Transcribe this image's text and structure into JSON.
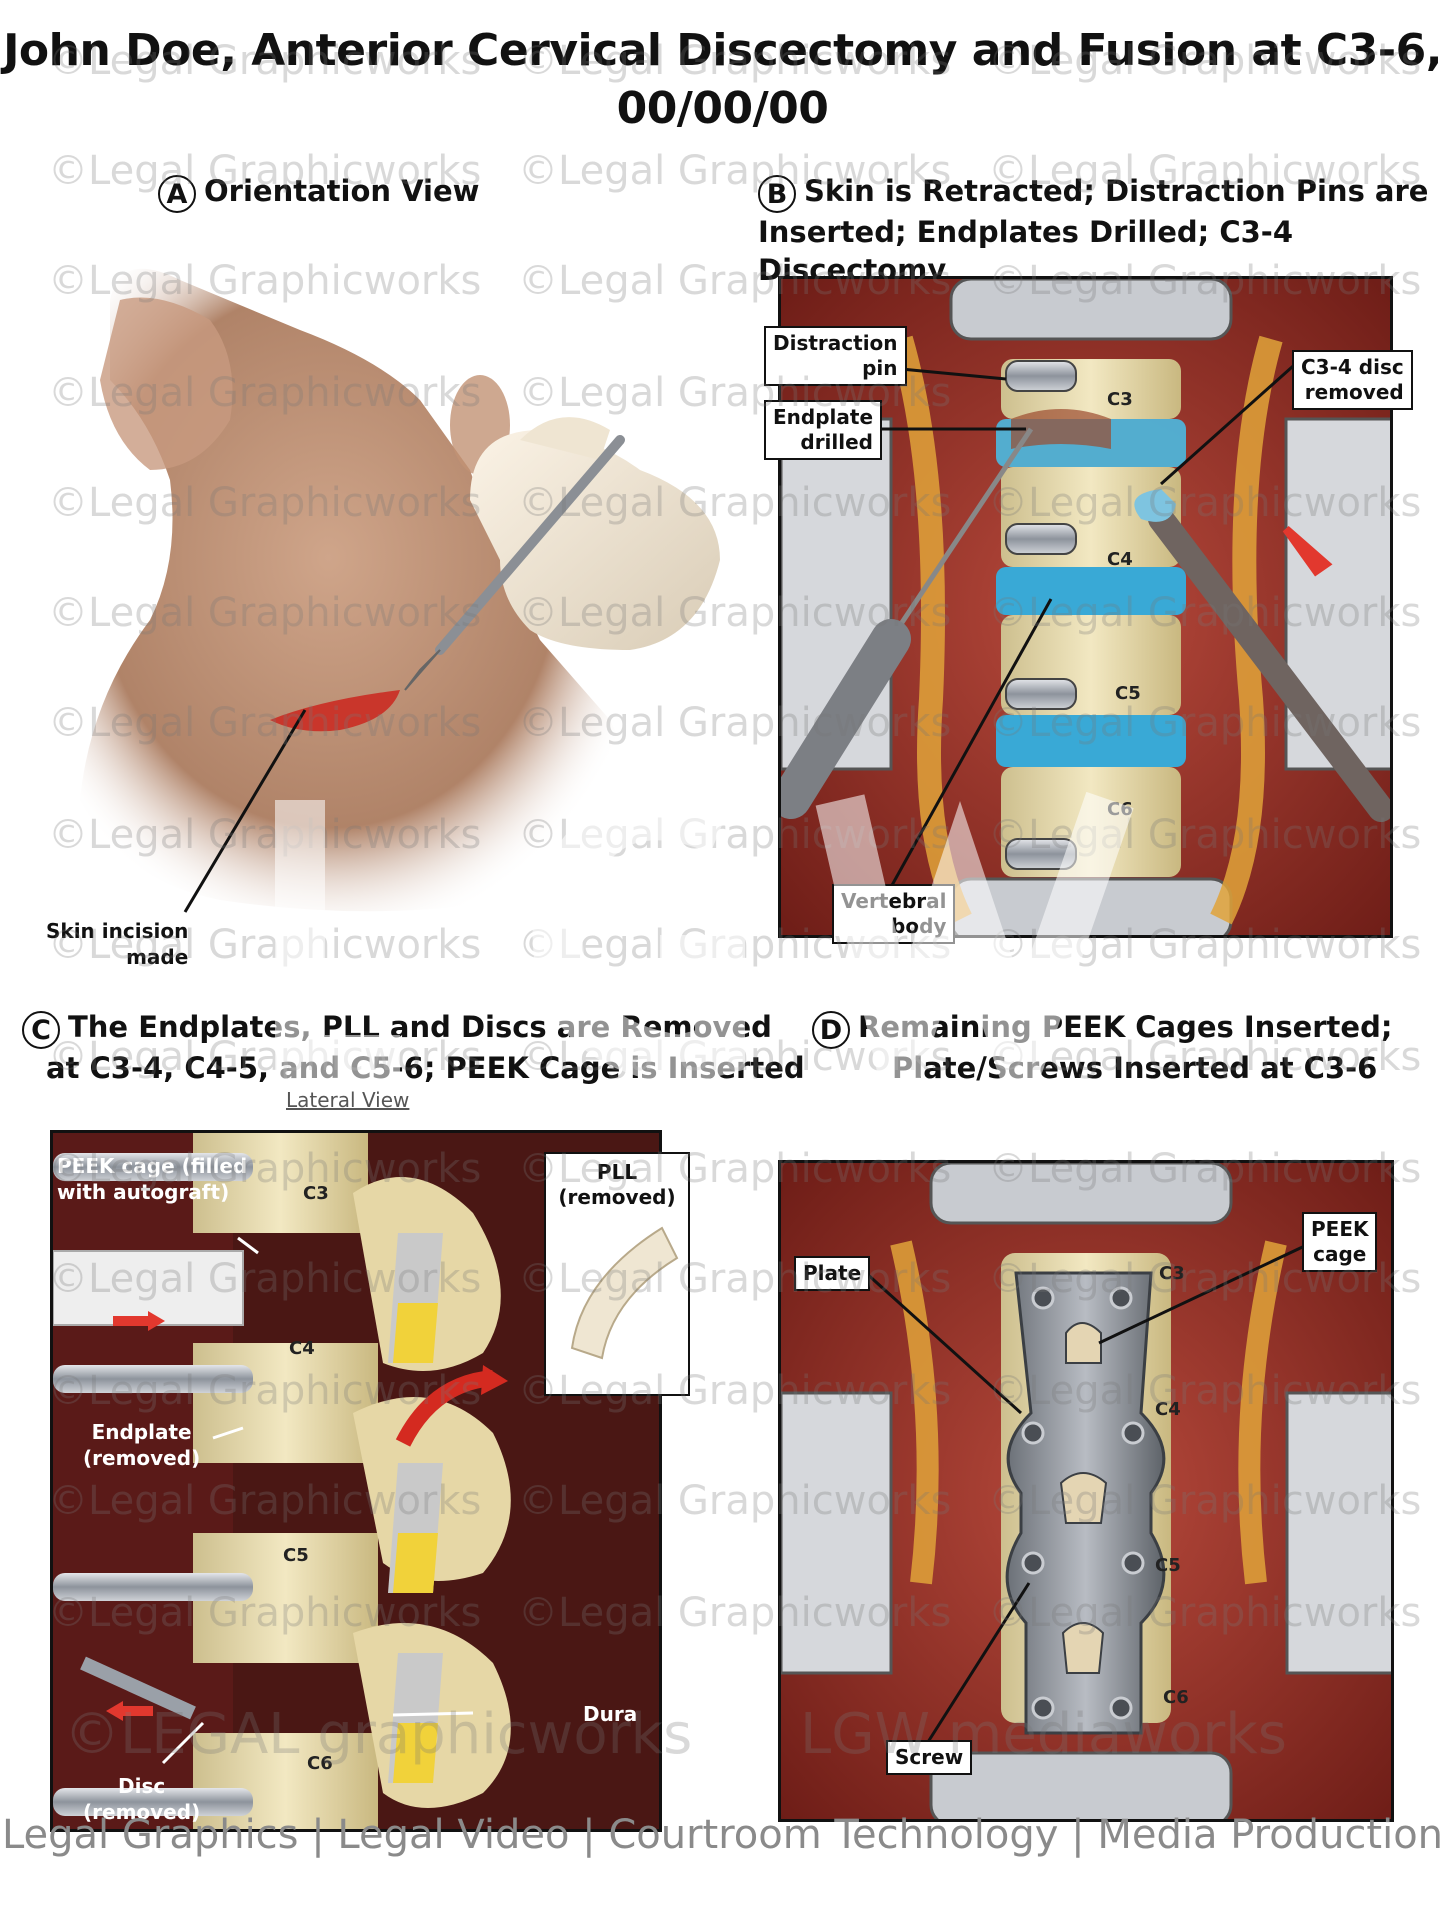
{
  "title": {
    "line1": "John Doe, Anterior Cervical Discectomy and Fusion at C3-6,",
    "line2": "00/00/00"
  },
  "panel_a": {
    "letter": "A",
    "heading": "Orientation View",
    "label_incision": [
      "Skin incision",
      "made"
    ]
  },
  "panel_b": {
    "letter": "B",
    "heading": [
      "Skin is Retracted; Distraction Pins are",
      "Inserted; Endplates Drilled; C3-4 Discectomy"
    ],
    "labels": {
      "distraction_pin": [
        "Distraction",
        "pin"
      ],
      "endplate_drilled": [
        "Endplate",
        "drilled"
      ],
      "disc_removed": [
        "C3-4 disc",
        "removed"
      ],
      "vertebral_body": [
        "Vertebral",
        "body"
      ]
    },
    "levels": [
      "C3",
      "C4",
      "C5",
      "C6"
    ]
  },
  "panel_c": {
    "letter": "C",
    "heading": [
      "The Endplates, PLL and Discs are Removed",
      "at C3-4, C4-5, and C5-6; PEEK Cage is Inserted"
    ],
    "subheading": "Lateral View",
    "labels": {
      "peek_cage": [
        "PEEK cage (filled",
        "with autograft)"
      ],
      "pll": [
        "PLL",
        "(removed)"
      ],
      "endplate": [
        "Endplate",
        "(removed)"
      ],
      "dura": "Dura",
      "disc": [
        "Disc",
        "(removed)"
      ]
    },
    "levels": [
      "C3",
      "C4",
      "C5",
      "C6"
    ]
  },
  "panel_d": {
    "letter": "D",
    "heading": [
      "Remaining PEEK Cages Inserted;",
      "Plate/Screws Inserted at C3-6"
    ],
    "labels": {
      "plate": "Plate",
      "peek_cage": [
        "PEEK",
        "cage"
      ],
      "screw": "Screw"
    },
    "levels": [
      "C3",
      "C4",
      "C5",
      "C6"
    ]
  },
  "watermark": "©Legal Graphicworks",
  "branding": {
    "logo_left": "©LEGAL graphicworks",
    "logo_right": "LGW mediaworks"
  },
  "footer": "Legal Graphics | Legal Video | Courtroom Technology | Media Production",
  "colors": {
    "tissue": "#8e2a22",
    "bone": "#e9dcae",
    "disc_blue": "#39a9d6",
    "metal": "#9aa0a8"
  }
}
